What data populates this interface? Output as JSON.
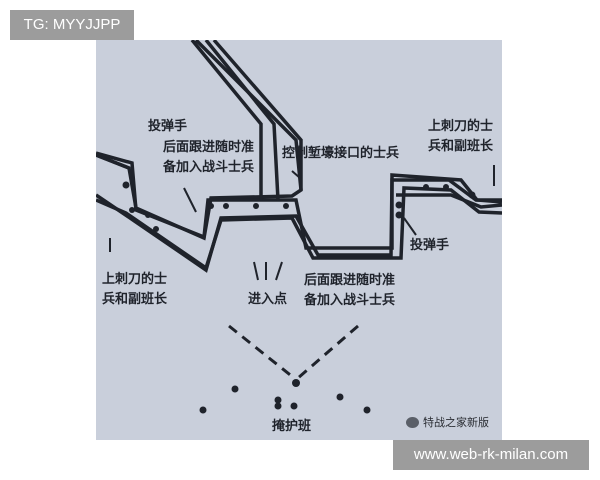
{
  "watermark_top": "TG: MYYJJPP",
  "watermark_bottom": "www.web-rk-milan.com",
  "wechat_mark": "特战之家新版",
  "diagram": {
    "labels": {
      "grenadier_left": "投弹手",
      "follow_left_1": "后面跟进随时准",
      "follow_left_2": "备加入战斗士兵",
      "control_junction": "控制堑壕接口的士兵",
      "bayonet_right_1": "上刺刀的士",
      "bayonet_right_2": "兵和副班长",
      "bayonet_left_1": "上刺刀的士",
      "bayonet_left_2": "兵和副班长",
      "entry_point": "进入点",
      "follow_bottom_1": "后面跟进随时准",
      "follow_bottom_2": "备加入战斗士兵",
      "grenadier_right": "投弹手",
      "cover_squad": "掩护班"
    },
    "colors": {
      "paper": "#c9cfdb",
      "ink": "#1f232b"
    }
  }
}
